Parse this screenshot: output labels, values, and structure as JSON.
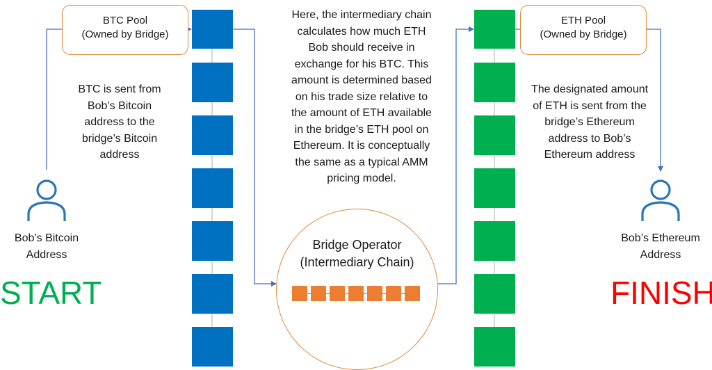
{
  "btc_pool": {
    "line1": "BTC Pool",
    "line2": "(Owned by Bridge)"
  },
  "eth_pool": {
    "line1": "ETH Pool",
    "line2": "(Owned by Bridge)"
  },
  "btc_sent_text": [
    "BTC is sent from",
    "Bob’s Bitcoin",
    "address to the",
    "bridge’s Bitcoin",
    "address"
  ],
  "eth_sent_text": [
    "The designated amount",
    "of ETH is sent from the",
    "bridge’s Ethereum",
    "address to Bob’s",
    "Ethereum address"
  ],
  "middle_text": [
    "Here, the intermediary chain",
    "calculates how much ETH",
    "Bob should receive in",
    "exchange for his BTC. This",
    "amount is determined based",
    "on his trade size relative to",
    "the amount of ETH available",
    "in the bridge’s ETH pool on",
    "Ethereum. It is conceptually",
    "the same as a typical AMM",
    "pricing model."
  ],
  "bob_bitcoin": {
    "line1": "Bob’s Bitcoin",
    "line2": "Address"
  },
  "bob_ethereum": {
    "line1": "Bob’s Ethereum",
    "line2": "Address"
  },
  "start_label": "START",
  "finish_label": "FINISH",
  "operator": {
    "line1": "Bridge Operator",
    "line2": "(Intermediary Chain)"
  },
  "colors": {
    "bitcoin_chain": "#0070C0",
    "ethereum_chain": "#00B050",
    "operator_chain": "#ED7D31",
    "outline": "#E08A3C",
    "arrow": "#4472C4",
    "start": "#00B050",
    "finish": "#FF0000",
    "person_icon": "#2E75B6"
  },
  "icons": [
    "person-icon",
    "person-icon"
  ]
}
